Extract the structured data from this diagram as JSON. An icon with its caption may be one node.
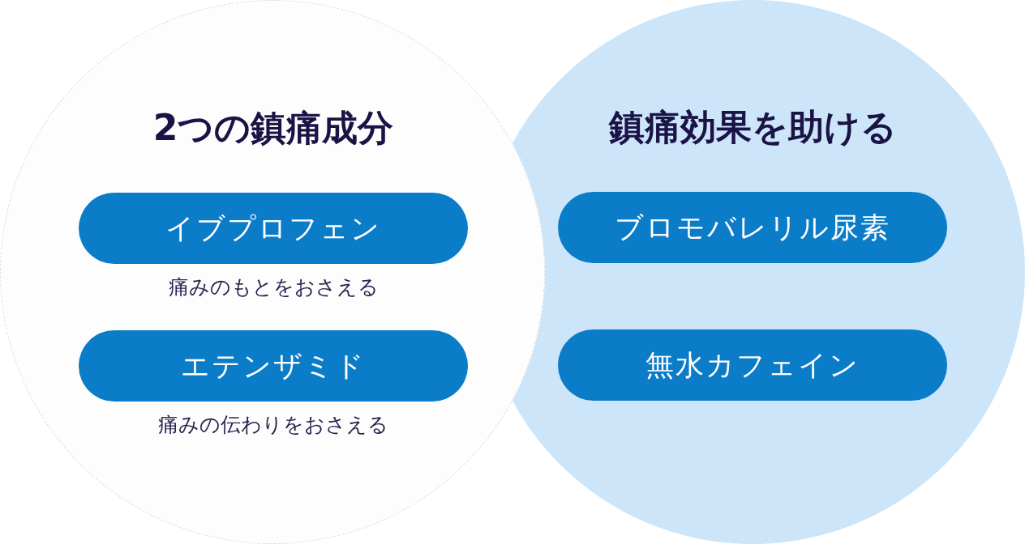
{
  "diagram": {
    "nodes": [
      {
        "text": [
          "2つの鎮痛成分"
        ]
      },
      {
        "text": [
          "イブプロフェン"
        ],
        "in": 0,
        "beside": [
          "痛みのもとをおさえる"
        ]
      },
      {
        "text": [
          "エテンザミド"
        ],
        "in": 0,
        "beside": [
          "痛みの伝わりをおさえる"
        ]
      },
      {
        "text": [
          "鎮痛効果を助ける"
        ]
      },
      {
        "text": [
          "ブロモバレリル尿素"
        ],
        "in": 3
      },
      {
        "text": [
          "無水カフェイン"
        ],
        "in": 3
      }
    ]
  }
}
